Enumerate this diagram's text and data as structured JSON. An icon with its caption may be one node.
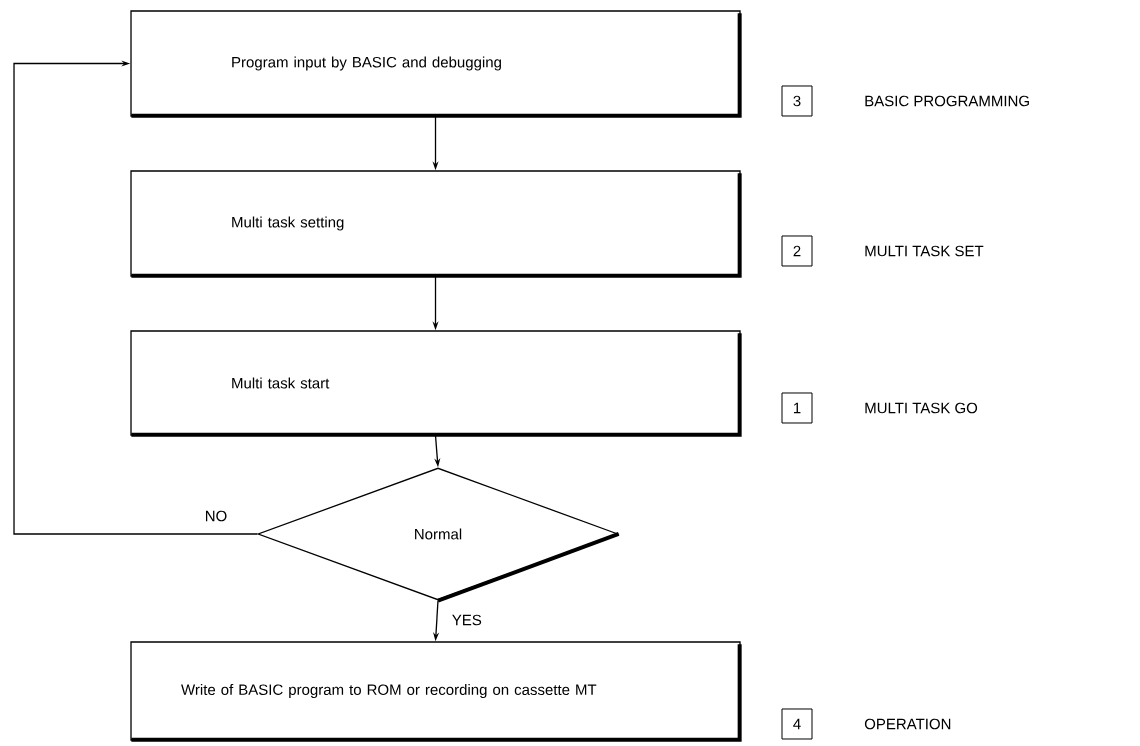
{
  "diagram": {
    "nodes": [
      {
        "text": [
          "Program input by BASIC and debugging"
        ]
      },
      {
        "text": [
          "Multi task setting"
        ]
      },
      {
        "text": [
          "Multi task start"
        ]
      },
      {
        "text": [
          "Normal"
        ]
      },
      {
        "text": [
          "Write of BASIC program to ROM or recording on cassette MT"
        ]
      }
    ],
    "edges": [
      {
        "from": 0,
        "to": 1,
        "arrow": "to"
      },
      {
        "from": 1,
        "to": 2,
        "arrow": "to"
      },
      {
        "from": 2,
        "to": 3,
        "arrow": "to"
      },
      {
        "from": 3,
        "to": 4,
        "arrow": "to",
        "label": "YES"
      },
      {
        "from": 3,
        "to": 0,
        "arrow": "to",
        "label": "NO"
      }
    ],
    "labels": [
      "3",
      "BASIC PROGRAMMING",
      "2",
      "MULTI TASK SET",
      "1",
      "MULTI TASK GO",
      "4",
      "OPERATION"
    ]
  }
}
